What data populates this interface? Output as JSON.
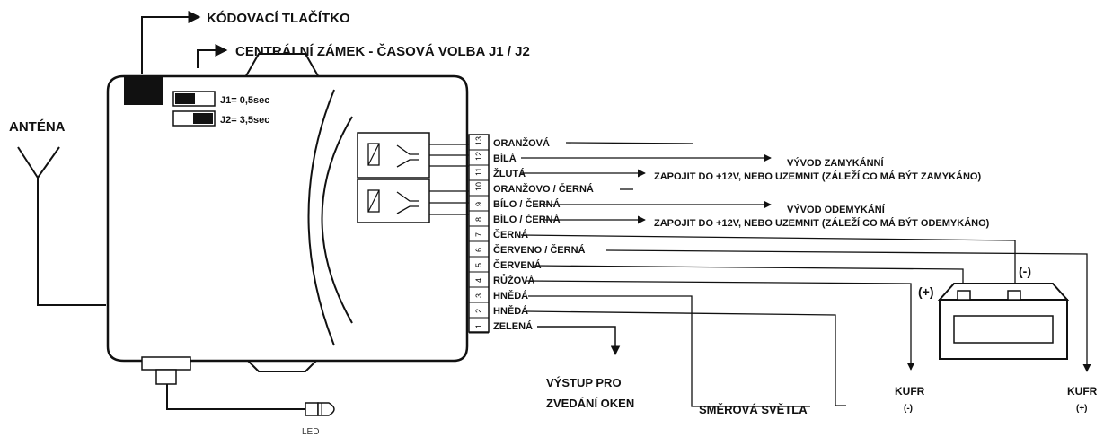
{
  "labels": {
    "coding_button": "KÓDOVACÍ TLAČÍTKO",
    "central_lock": "CENTRÁLNÍ ZÁMEK - ČASOVÁ VOLBA J1 / J2",
    "antenna": "ANTÉNA",
    "j1": "J1= 0,5sec",
    "j2": "J2= 3,5sec",
    "led": "LED",
    "window_output_1": "VÝSTUP PRO",
    "window_output_2": "ZVEDÁNÍ OKEN",
    "turn_signals": "SMĚROVÁ SVĚTLA",
    "trunk_minus": "KUFR",
    "trunk_minus_sign": "(-)",
    "trunk_plus": "KUFR",
    "trunk_plus_sign": "(+)",
    "battery_plus": "(+)",
    "battery_minus": "(-)",
    "lock_output": "VÝVOD ZAMYKÁNNÍ",
    "lock_connect": "ZAPOJIT DO +12V, NEBO UZEMNIT (ZÁLEŽÍ CO MÁ BÝT ZAMYKÁNO)",
    "unlock_output": "VÝVOD ODEMYKÁNÍ",
    "unlock_connect": "ZAPOJIT DO +12V, NEBO UZEMNIT (ZÁLEŽÍ CO MÁ BÝT ODEMYKÁNO)"
  },
  "pins": [
    "13",
    "12",
    "11",
    "10",
    "9",
    "8",
    "7",
    "6",
    "5",
    "4",
    "3",
    "2",
    "1"
  ],
  "wires": [
    "ORANŽOVÁ",
    "BÍLÁ",
    "ŽLUTÁ",
    "ORANŽOVO / ČERNÁ",
    "BÍLO / ČERNÁ",
    "BÍLO / ČERNÁ",
    "ČERNÁ",
    "ČERVENO / ČERNÁ",
    "ČERVENÁ",
    "RŮŽOVÁ",
    "HNĚDÁ",
    "HNĚDÁ",
    "ZELENÁ"
  ]
}
